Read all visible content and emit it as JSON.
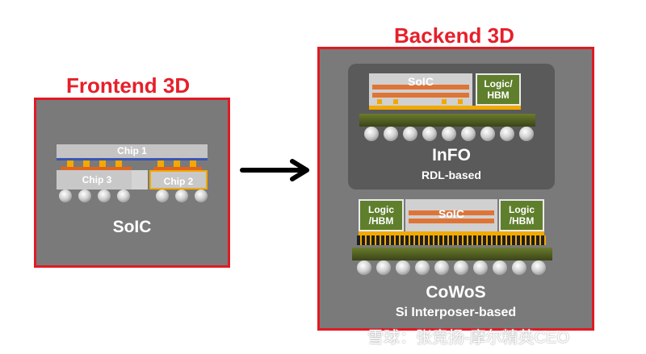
{
  "frontend": {
    "title": "Frontend 3D",
    "chip1": "Chip 1",
    "chip3": "Chip 3",
    "chip2": "Chip 2",
    "label": "SoIC"
  },
  "backend": {
    "title": "Backend 3D",
    "info": {
      "soic": "SoIC",
      "logic_hbm_line1": "Logic/",
      "logic_hbm_line2": "HBM",
      "label": "InFO",
      "sublabel": "RDL-based"
    },
    "cowos": {
      "left_line1": "Logic",
      "left_line2": "/HBM",
      "soic": "SoIC",
      "right_line1": "Logic",
      "right_line2": "/HBM",
      "label": "CoWoS",
      "sublabel": "Si Interposer-based"
    }
  },
  "watermark": "雪球：张竞扬-摩尔精英CEO",
  "colors": {
    "accent": "#e01a24",
    "panel": "#7a7a7a",
    "inner_panel": "#5a5a5a",
    "logic_block": "#5f7f2c",
    "substrate": "#4a5a22"
  }
}
